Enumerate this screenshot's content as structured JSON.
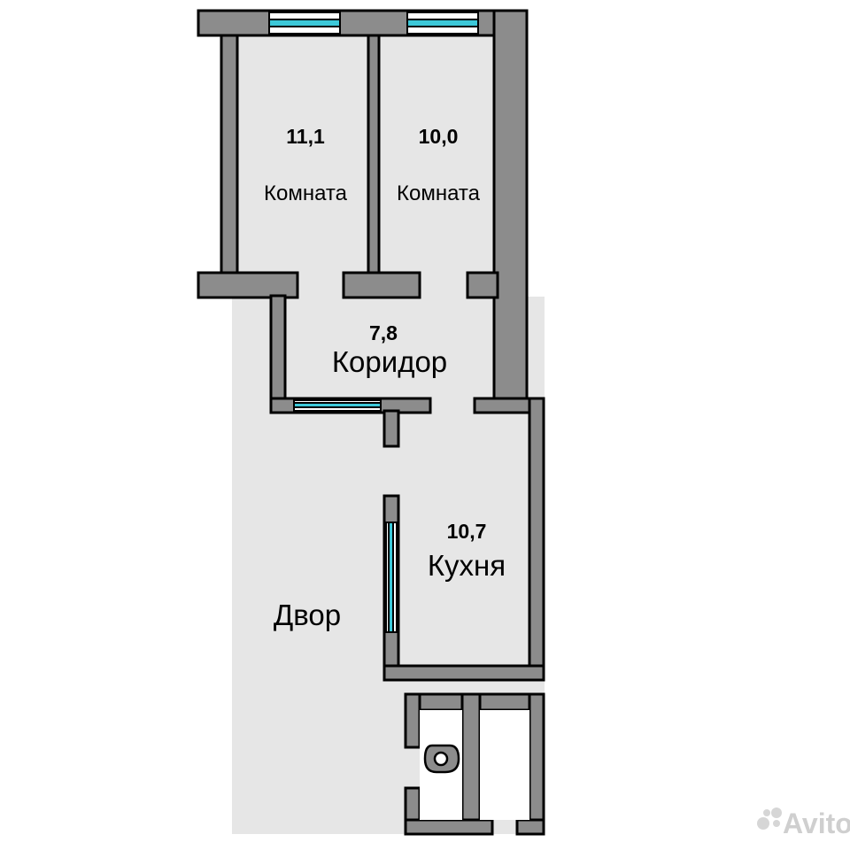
{
  "rooms": [
    {
      "area": "11,1",
      "name": "Комната"
    },
    {
      "area": "10,0",
      "name": "Комната"
    },
    {
      "area": "7,8",
      "name": "Коридор"
    },
    {
      "area": "10,7",
      "name": "Кухня"
    }
  ],
  "yard": {
    "name": "Двор"
  },
  "watermark": {
    "text": "Avito"
  },
  "colors": {
    "wall_fill": "#8c8c8c",
    "wall_outline": "#000000",
    "floor": "#e6e6e6",
    "window": "#3cc8d8"
  }
}
